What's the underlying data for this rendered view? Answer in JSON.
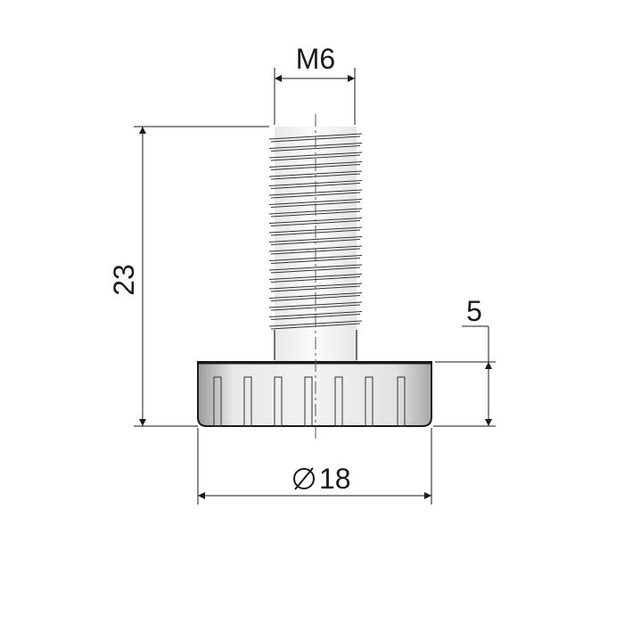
{
  "drawing": {
    "dimensions": {
      "thread": "M6",
      "total_height": "23",
      "base_height": "5",
      "base_diameter_symbol": "⌀",
      "base_diameter": "18"
    }
  }
}
